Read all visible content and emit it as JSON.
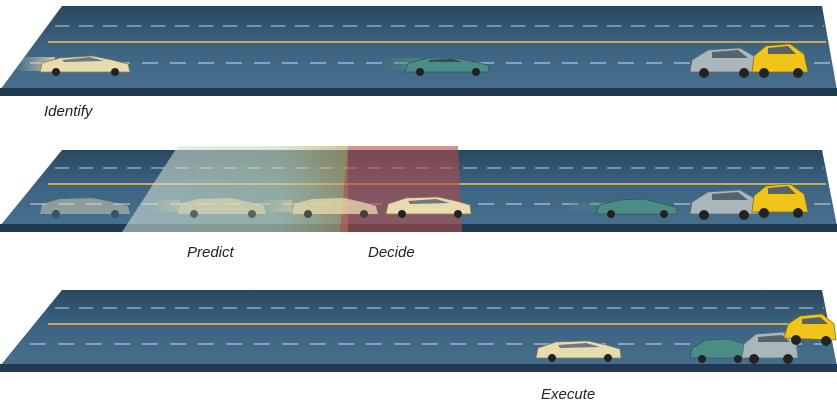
{
  "stages": [
    {
      "label": "Identify"
    },
    {
      "label": "Predict"
    },
    {
      "label": "Decide"
    },
    {
      "label": "Execute"
    }
  ],
  "colors": {
    "road": "#3d6583",
    "road_far": "#2a4760",
    "road_edge": "#1f3a52",
    "yellow_line": "#c9a85a",
    "dash_line": "#9fb6c8",
    "predict_zone": "#cfe0cf",
    "decide_zone": "#b34a4a",
    "car_cream": "#e8dcae",
    "car_teal": "#4b8c86",
    "car_silver": "#a9b7bd",
    "car_yellow": "#f0c419"
  }
}
